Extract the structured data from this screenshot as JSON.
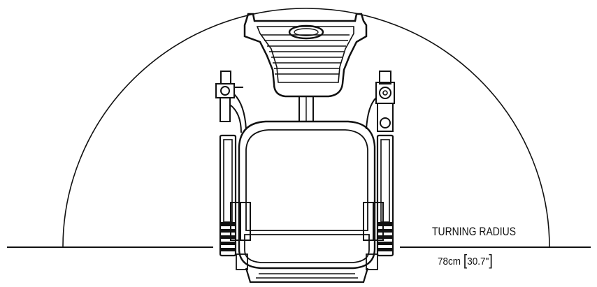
{
  "diagram": {
    "turning_radius_label": "TURNING RADIUS",
    "radius_metric": "78cm",
    "radius_imperial": "30.7\"",
    "bracket_open": "[",
    "bracket_close": "]",
    "line_color": "#111111",
    "background_color": "#ffffff"
  }
}
